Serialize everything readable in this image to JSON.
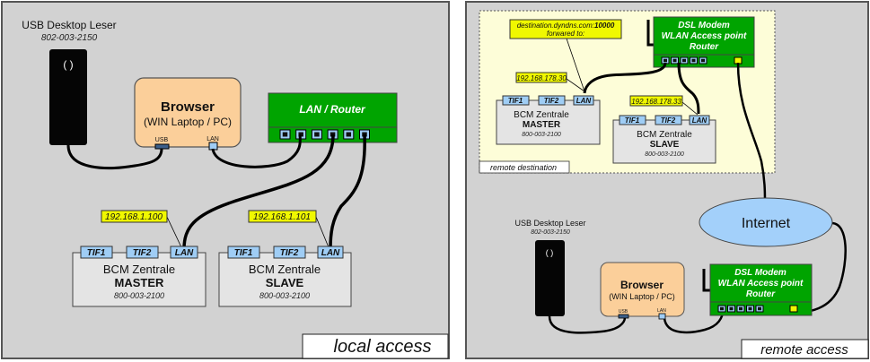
{
  "panels": {
    "local": {
      "caption": "local access",
      "reader": {
        "title": "USB Desktop Leser",
        "part": "802-003-2150"
      },
      "browser": {
        "title": "Browser",
        "subtitle": "(WIN Laptop / PC)",
        "usb_label": "USB",
        "lan_label": "LAN"
      },
      "router": {
        "title": "LAN / Router"
      },
      "master": {
        "ip": "192.168.1.100",
        "ports": [
          "TIF1",
          "TIF2",
          "LAN"
        ],
        "title": "BCM Zentrale",
        "role": "MASTER",
        "part": "800-003-2100"
      },
      "slave": {
        "ip": "192.168.1.101",
        "ports": [
          "TIF1",
          "TIF2",
          "LAN"
        ],
        "title": "BCM Zentrale",
        "role": "SLAVE",
        "part": "800-003-2100"
      }
    },
    "remote": {
      "caption": "remote access",
      "destination_caption": "remote destination",
      "forward_note": {
        "line1_prefix": "destination.dyndns.com:",
        "line1_port": "10000",
        "line2": "forwared to:"
      },
      "dest_router": {
        "line1": "DSL Modem",
        "line2": "WLAN Access point",
        "line3": "Router"
      },
      "master": {
        "ip": "192.168.178.30",
        "ports": [
          "TIF1",
          "TIF2",
          "LAN"
        ],
        "title": "BCM Zentrale",
        "role": "MASTER",
        "part": "800-003-2100"
      },
      "slave": {
        "ip": "192.168.178.33",
        "ports": [
          "TIF1",
          "TIF2",
          "LAN"
        ],
        "title": "BCM Zentrale",
        "role": "SLAVE",
        "part": "800-003-2100"
      },
      "internet": {
        "label": "Internet"
      },
      "reader": {
        "title": "USB Desktop Leser",
        "part": "802-003-2150"
      },
      "browser": {
        "title": "Browser",
        "subtitle": "(WIN Laptop / PC)",
        "usb_label": "USB",
        "lan_label": "LAN"
      },
      "local_router": {
        "line1": "DSL Modem",
        "line2": "WLAN Access point",
        "line3": "Router"
      }
    }
  },
  "colors": {
    "panel_bg": "#d2d2d2",
    "router_green": "#00a400",
    "browser_orange": "#fbcf9a",
    "port_blue": "#9fcdf5",
    "label_yellow": "#f0f800",
    "destination_bg": "#fdfdd8",
    "internet_blue": "#a3d0fa",
    "bcm_grey": "#e4e4e4"
  }
}
